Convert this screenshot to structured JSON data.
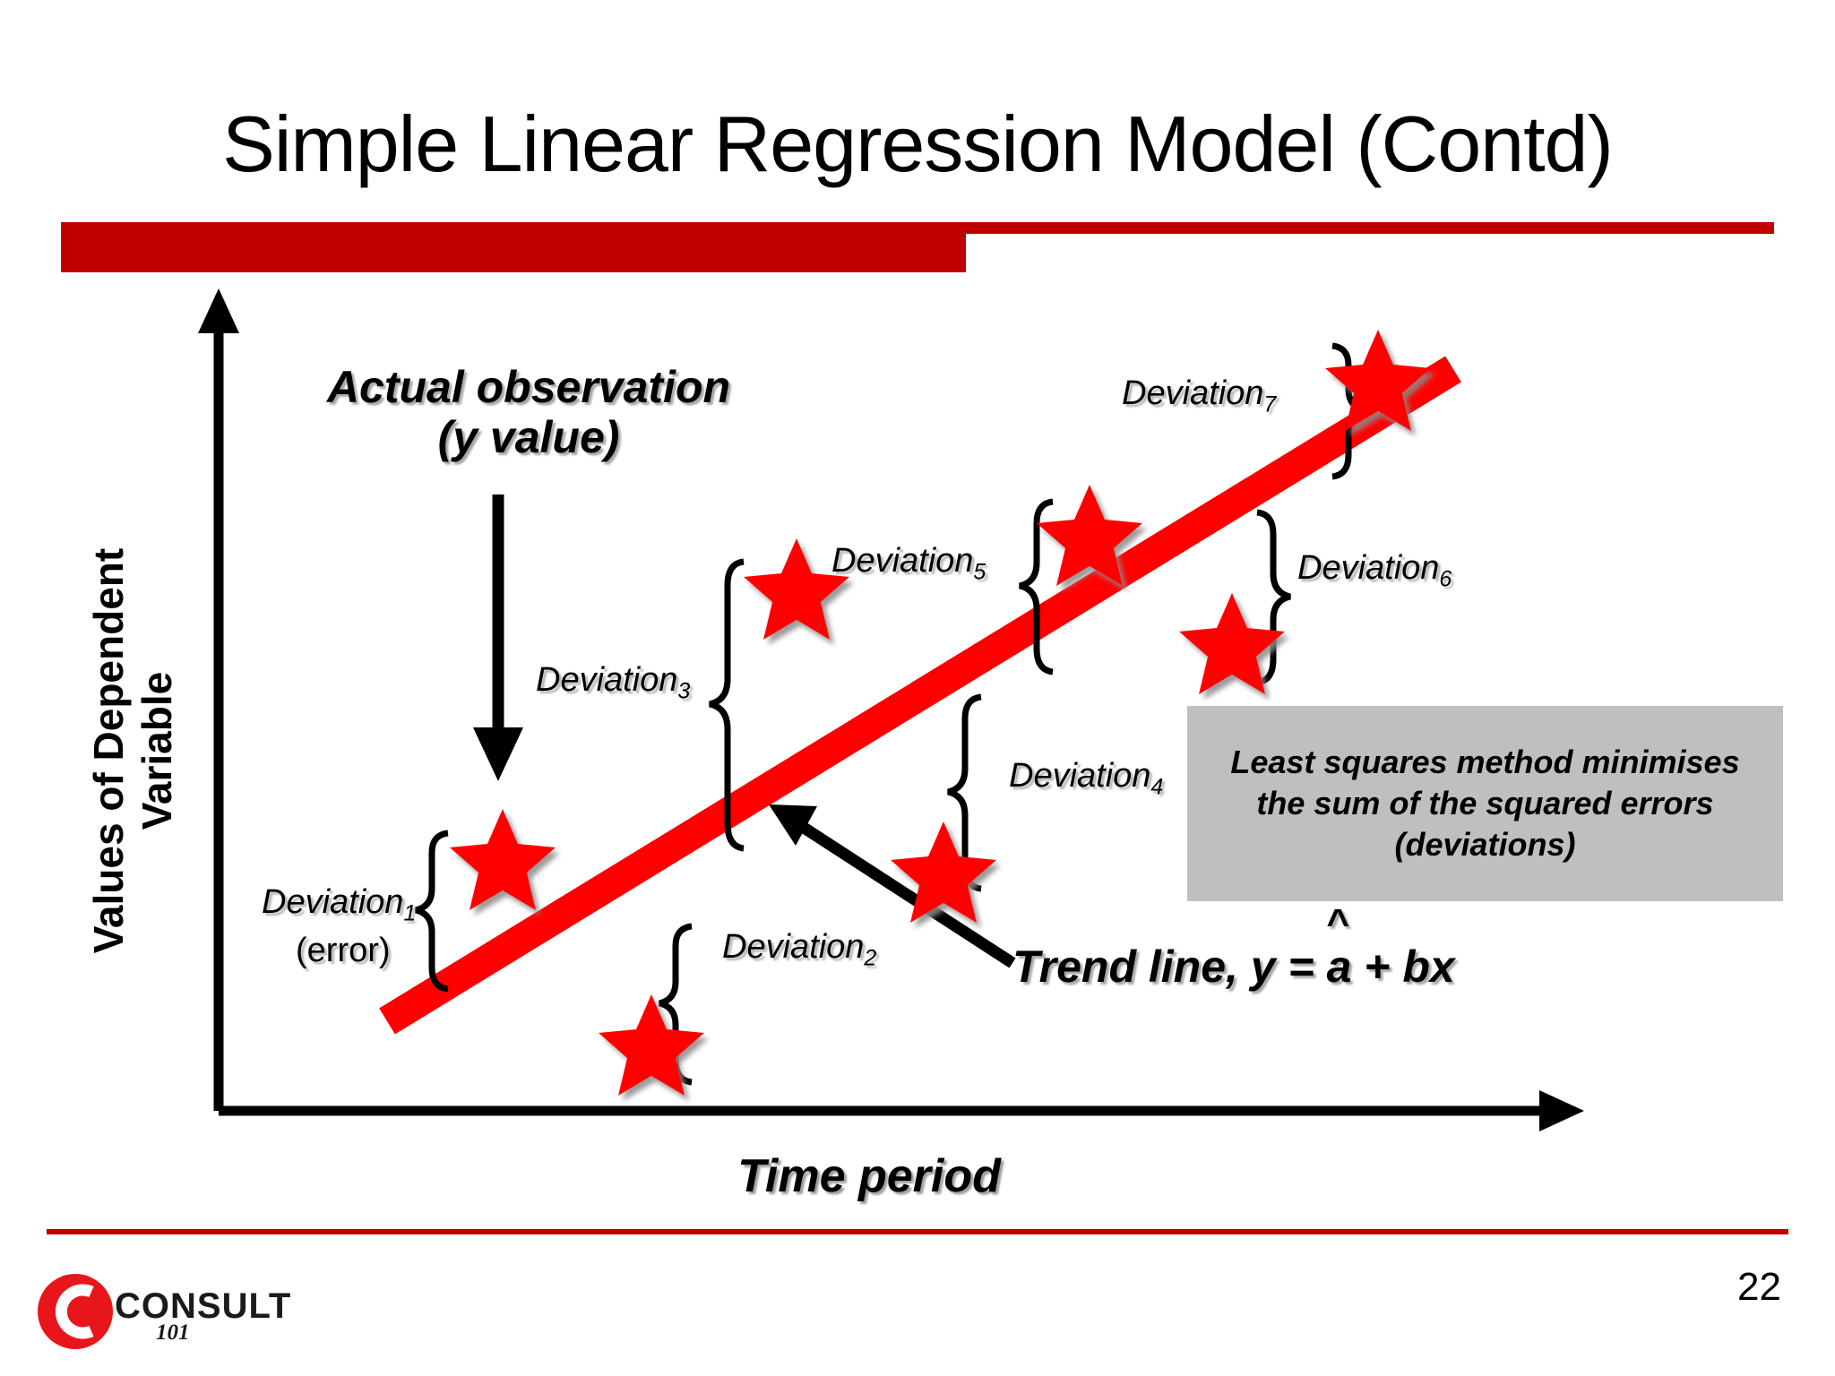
{
  "slide": {
    "title": "Simple Linear Regression Model (Contd)",
    "page_number": "22",
    "accent_color": "#C00000",
    "data_color": "#FF0000",
    "info_box_color": "#BFBFBF"
  },
  "logo": {
    "name": "CONSULT",
    "sub": "101",
    "mark": "circle-c-icon"
  },
  "chart_data": {
    "type": "scatter",
    "title": "Simple Linear Regression Model (Contd)",
    "xlabel": "Time period",
    "ylabel": "Values of Dependent Variable",
    "grid": false,
    "legend": null,
    "trend_line": {
      "label": "Trend line, y = a + bx",
      "label_prefix": "Trend line, y = ",
      "hat_symbol": "^",
      "hat_letter": "a",
      "label_suffix": " + bx",
      "color": "#FF0000",
      "x": [
        0.1,
        0.84
      ],
      "y": [
        0.12,
        0.86
      ]
    },
    "points": [
      {
        "id": 1,
        "x": 0.155,
        "y": 0.43,
        "deviation_label": "Deviation",
        "deviation_index": "1",
        "note": "(error)",
        "above_line": true
      },
      {
        "id": 2,
        "x": 0.265,
        "y": 0.06,
        "deviation_label": "Deviation",
        "deviation_index": "2",
        "note": "",
        "above_line": false
      },
      {
        "id": 3,
        "x": 0.385,
        "y": 0.64,
        "deviation_label": "Deviation",
        "deviation_index": "3",
        "note": "",
        "above_line": true
      },
      {
        "id": 4,
        "x": 0.53,
        "y": 0.41,
        "deviation_label": "Deviation",
        "deviation_index": "4",
        "note": "",
        "above_line": false
      },
      {
        "id": 5,
        "x": 0.63,
        "y": 0.74,
        "deviation_label": "Deviation",
        "deviation_index": "5",
        "note": "",
        "above_line": true
      },
      {
        "id": 6,
        "x": 0.74,
        "y": 0.58,
        "deviation_label": "Deviation",
        "deviation_index": "6",
        "note": "",
        "above_line": false
      },
      {
        "id": 7,
        "x": 0.85,
        "y": 0.945,
        "deviation_label": "Deviation",
        "deviation_index": "7",
        "note": "",
        "above_line": true
      }
    ],
    "annotations": [
      {
        "name": "actual-observation",
        "line1": "Actual observation",
        "line2": "(y value)"
      },
      {
        "name": "least-squares-note",
        "line1": "Least squares method minimises",
        "line2": "the sum of the squared errors",
        "line3": "(deviations)"
      }
    ]
  },
  "deviations": [
    {
      "label": "Deviation",
      "index": "1",
      "note": "(error)"
    },
    {
      "label": "Deviation",
      "index": "2",
      "note": ""
    },
    {
      "label": "Deviation",
      "index": "3",
      "note": ""
    },
    {
      "label": "Deviation",
      "index": "4",
      "note": ""
    },
    {
      "label": "Deviation",
      "index": "5",
      "note": ""
    },
    {
      "label": "Deviation",
      "index": "6",
      "note": ""
    },
    {
      "label": "Deviation",
      "index": "7",
      "note": ""
    }
  ]
}
